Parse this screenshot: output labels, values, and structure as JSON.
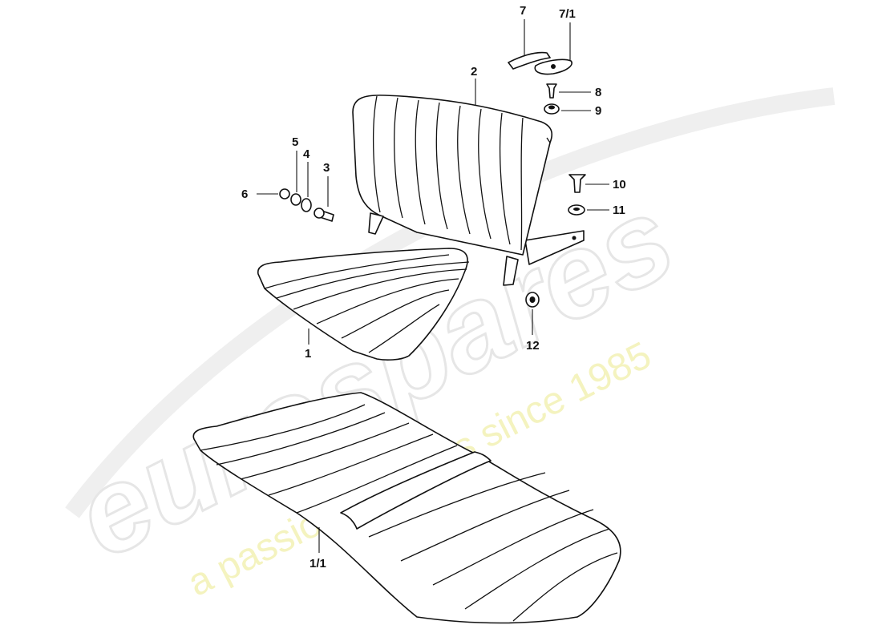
{
  "watermark": {
    "brand": "eurospares",
    "tagline": "a passion for parts since 1985"
  },
  "callouts": [
    {
      "id": "c1",
      "text": "1"
    },
    {
      "id": "c1_1",
      "text": "1/1"
    },
    {
      "id": "c2",
      "text": "2"
    },
    {
      "id": "c3",
      "text": "3"
    },
    {
      "id": "c4",
      "text": "4"
    },
    {
      "id": "c5",
      "text": "5"
    },
    {
      "id": "c6",
      "text": "6"
    },
    {
      "id": "c7",
      "text": "7"
    },
    {
      "id": "c7_1",
      "text": "7/1"
    },
    {
      "id": "c8",
      "text": "8"
    },
    {
      "id": "c9",
      "text": "9"
    },
    {
      "id": "c10",
      "text": "10"
    },
    {
      "id": "c11",
      "text": "11"
    },
    {
      "id": "c12",
      "text": "12"
    }
  ],
  "colors": {
    "ink": "#111111",
    "watermark_grey": "#e6e6e6",
    "watermark_yellow": "#f3f1b4"
  }
}
